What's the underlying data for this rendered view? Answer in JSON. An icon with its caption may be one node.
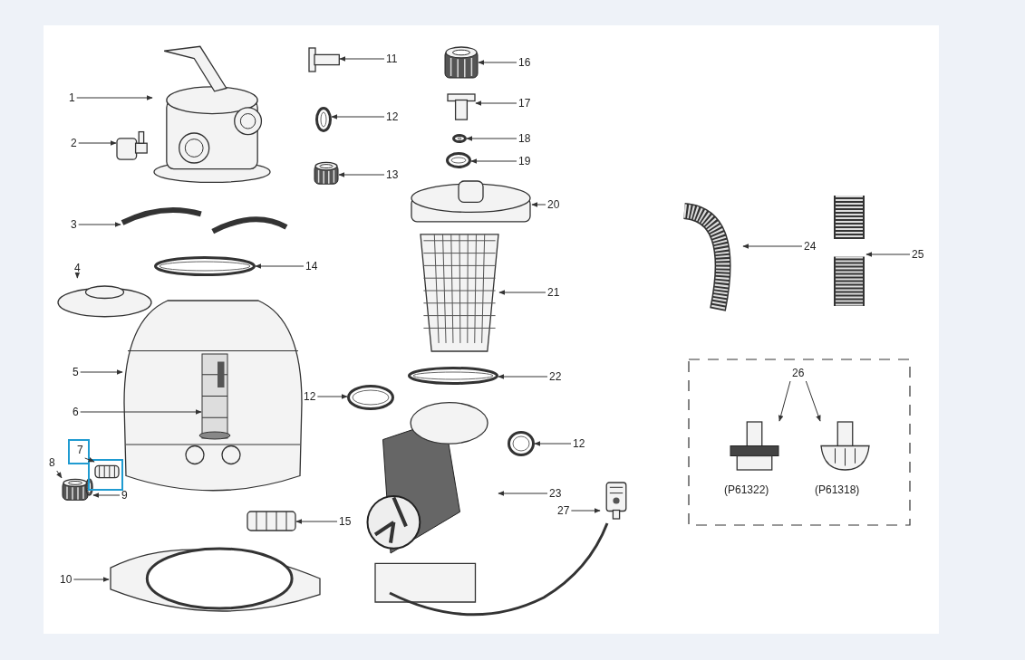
{
  "diagram": {
    "nodes": [
      {
        "text": [
          "1"
        ]
      },
      {
        "text": [],
        "shape": "picture"
      },
      {
        "text": [
          "2"
        ]
      },
      {
        "text": [],
        "shape": "picture"
      },
      {
        "text": [
          "3"
        ]
      },
      {
        "text": [],
        "shape": "picture"
      },
      {
        "text": [
          "4"
        ]
      },
      {
        "text": [],
        "shape": "picture"
      },
      {
        "text": [
          "5"
        ]
      },
      {
        "text": [],
        "shape": "picture"
      },
      {
        "text": [
          "6"
        ]
      },
      {
        "text": [],
        "shape": "picture",
        "in": 9
      },
      {
        "text": [
          "7"
        ]
      },
      {
        "text": [],
        "shape": "picture"
      },
      {
        "text": [
          "8"
        ]
      },
      {
        "text": [],
        "shape": "picture"
      },
      {
        "text": [
          "9"
        ]
      },
      {
        "text": [],
        "shape": "picture"
      },
      {
        "text": [
          "10"
        ]
      },
      {
        "text": [],
        "shape": "picture"
      },
      {
        "text": [
          "11"
        ]
      },
      {
        "text": [],
        "shape": "picture"
      },
      {
        "text": [
          "12"
        ]
      },
      {
        "text": [],
        "shape": "picture"
      },
      {
        "text": [
          "13"
        ]
      },
      {
        "text": [],
        "shape": "picture"
      },
      {
        "text": [
          "14"
        ]
      },
      {
        "text": [],
        "shape": "picture"
      },
      {
        "text": [
          "15"
        ]
      },
      {
        "text": [],
        "shape": "picture"
      },
      {
        "text": [
          "16"
        ]
      },
      {
        "text": [],
        "shape": "picture"
      },
      {
        "text": [
          "17"
        ]
      },
      {
        "text": [],
        "shape": "picture"
      },
      {
        "text": [
          "18"
        ]
      },
      {
        "text": [],
        "shape": "picture"
      },
      {
        "text": [
          "19"
        ]
      },
      {
        "text": [],
        "shape": "picture"
      },
      {
        "text": [
          "20"
        ]
      },
      {
        "text": [],
        "shape": "picture"
      },
      {
        "text": [
          "21"
        ]
      },
      {
        "text": [],
        "shape": "picture"
      },
      {
        "text": [
          "22"
        ]
      },
      {
        "text": [],
        "shape": "picture"
      },
      {
        "text": [
          "12"
        ]
      },
      {
        "text": [],
        "shape": "picture"
      },
      {
        "text": [
          "12"
        ]
      },
      {
        "text": [],
        "shape": "picture"
      },
      {
        "text": [
          "23"
        ]
      },
      {
        "text": [],
        "shape": "picture"
      },
      {
        "text": [
          "24"
        ]
      },
      {
        "text": [],
        "shape": "picture"
      },
      {
        "text": [
          "25"
        ]
      },
      {
        "text": [],
        "shape": "picture"
      },
      {
        "text": [
          "26"
        ]
      },
      {
        "text": [],
        "shape": "picture",
        "beside": [
          "(P61322)"
        ]
      },
      {
        "text": [],
        "shape": "picture",
        "beside": [
          "(P61318)"
        ]
      },
      {
        "text": [
          "27"
        ]
      },
      {
        "text": [],
        "shape": "picture"
      }
    ],
    "edges": [
      {
        "from": 0,
        "to": 1,
        "arrow": "to"
      },
      {
        "from": 2,
        "to": 3,
        "arrow": "to"
      },
      {
        "from": 4,
        "to": 5,
        "arrow": "to"
      },
      {
        "from": 6,
        "to": 7,
        "arrow": "to"
      },
      {
        "from": 8,
        "to": 9,
        "arrow": "to"
      },
      {
        "from": 10,
        "to": 11,
        "arrow": "to"
      },
      {
        "from": 12,
        "to": 13,
        "arrow": "to"
      },
      {
        "from": 14,
        "to": 15,
        "arrow": "to"
      },
      {
        "from": 16,
        "to": 17,
        "arrow": "to"
      },
      {
        "from": 18,
        "to": 19,
        "arrow": "to"
      },
      {
        "from": 20,
        "to": 21,
        "arrow": "to"
      },
      {
        "from": 22,
        "to": 23,
        "arrow": "to"
      },
      {
        "from": 24,
        "to": 25,
        "arrow": "to"
      },
      {
        "from": 26,
        "to": 27,
        "arrow": "to"
      },
      {
        "from": 28,
        "to": 29,
        "arrow": "to"
      },
      {
        "from": 30,
        "to": 31,
        "arrow": "to"
      },
      {
        "from": 32,
        "to": 33,
        "arrow": "to"
      },
      {
        "from": 34,
        "to": 35,
        "arrow": "to"
      },
      {
        "from": 36,
        "to": 37,
        "arrow": "to"
      },
      {
        "from": 38,
        "to": 39,
        "arrow": "to"
      },
      {
        "from": 40,
        "to": 41,
        "arrow": "to"
      },
      {
        "from": 42,
        "to": 43,
        "arrow": "to"
      },
      {
        "from": 44,
        "to": 45,
        "arrow": "to"
      },
      {
        "from": 46,
        "to": 47,
        "arrow": "to"
      },
      {
        "from": 48,
        "to": 49,
        "arrow": "to"
      },
      {
        "from": 50,
        "to": 51,
        "arrow": "to"
      },
      {
        "from": 52,
        "to": 53,
        "arrow": "to"
      },
      {
        "from": 54,
        "to": 55,
        "arrow": "to"
      },
      {
        "from": 54,
        "to": 56,
        "arrow": "to"
      },
      {
        "from": 57,
        "to": 58,
        "arrow": "to"
      }
    ]
  }
}
